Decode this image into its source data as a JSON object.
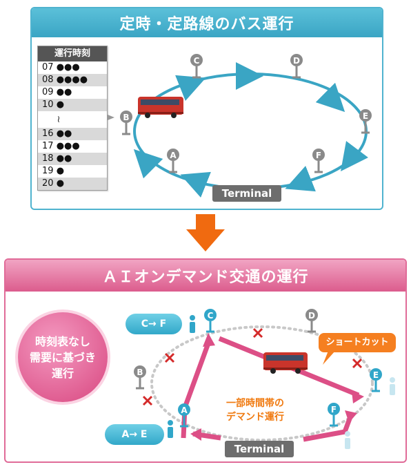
{
  "top": {
    "title": "定時・定路線のバス運行",
    "timetable": {
      "title": "運行時刻",
      "rows": [
        {
          "hour": "07",
          "dots": "●●●"
        },
        {
          "hour": "08",
          "dots": "●●●●"
        },
        {
          "hour": "09",
          "dots": "●●"
        },
        {
          "hour": "10",
          "dots": "●"
        },
        {
          "hour": "16",
          "dots": "●●"
        },
        {
          "hour": "17",
          "dots": "●●●"
        },
        {
          "hour": "18",
          "dots": "●●"
        },
        {
          "hour": "19",
          "dots": "●"
        },
        {
          "hour": "20",
          "dots": "●"
        }
      ],
      "gap_symbol": "≀"
    },
    "terminal": "Terminal",
    "stops": [
      "A",
      "B",
      "C",
      "D",
      "E",
      "F"
    ]
  },
  "bottom": {
    "title": "ＡＩオンデマンド交通の運行",
    "bubble": {
      "line1": "時刻表なし",
      "line2": "需要に基づき",
      "line3": "運行"
    },
    "route_cf": "C→ F",
    "route_ae": "A→ E",
    "shortcut": "ショートカット",
    "demand_note_line1": "一部時間帯の",
    "demand_note_line2": "デマンド運行",
    "terminal": "Terminal",
    "stops": [
      "A",
      "B",
      "C",
      "D",
      "E",
      "F"
    ]
  },
  "colors": {
    "top_accent": "#3aa5c4",
    "bottom_accent": "#dc5c8d",
    "arrow": "#f06a10",
    "route_pink": "#dc4f86",
    "stop_gray": "#8a8a8a",
    "stop_cyan": "#30a6c9"
  }
}
